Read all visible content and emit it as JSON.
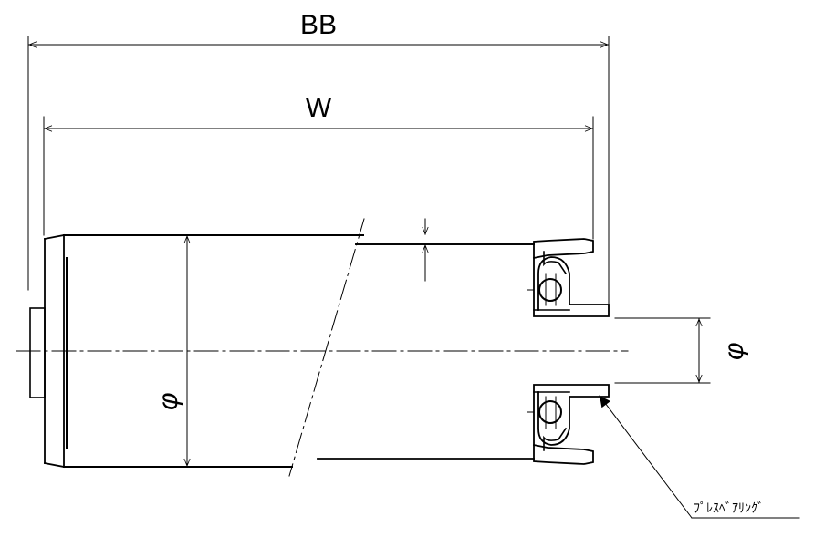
{
  "labels": {
    "overall_width": "BB",
    "roller_width": "W",
    "tube_diameter_symbol": "φ",
    "shaft_diameter_symbol": "φ",
    "bearing_note": "ﾌﾟﾚｽﾍﾞｱﾘﾝｸﾞ"
  },
  "colors": {
    "line": "#000000",
    "background": "#ffffff"
  }
}
